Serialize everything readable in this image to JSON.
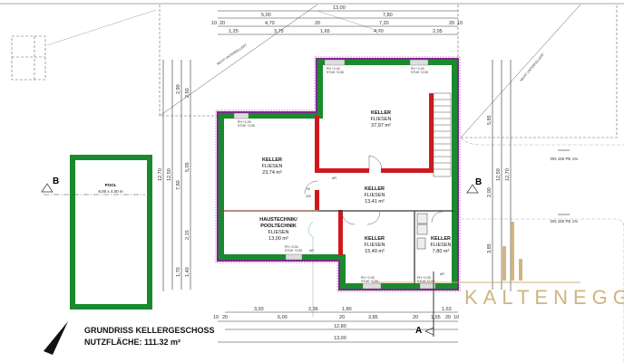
{
  "title": {
    "line1": "GRUNDRISS KELLERGESCHOSS",
    "line2": "NUTZFLÄCHE: 111.32 m²"
  },
  "colors": {
    "wall": "#1a8a2e",
    "partition": "#d0181f",
    "insulation": "#7a2a8a",
    "logo": "#c8a86a"
  },
  "logo": {
    "text": "KALTENEGGER"
  },
  "pool": {
    "name": "POOL",
    "size": "8.00 x 4.00 m"
  },
  "section_markers": {
    "a": "A",
    "b_left": "B",
    "b_right": "B"
  },
  "rooms": [
    {
      "name": "KELLER",
      "floor": "FLIESEN",
      "area": "37,97 m²"
    },
    {
      "name": "KELLER",
      "floor": "FLIESEN",
      "area": "23,74 m²"
    },
    {
      "name": "KELLER",
      "floor": "FLIESEN",
      "area": "13,41 m²"
    },
    {
      "name": "HAUSTECHNIK/",
      "name2": "POOLTECHNIK",
      "floor": "FLIESEN",
      "area": "13,00 m²"
    },
    {
      "name": "KELLER",
      "floor": "FLIESEN",
      "area": "15,40 m²"
    },
    {
      "name": "KELLER",
      "floor": "FLIESEN",
      "area": "7,80 m²"
    }
  ],
  "window_notes": {
    "ph_top": "PH +2,00",
    "stuk_top": "STUK +2,50",
    "ph_bottom": "PH +2,00",
    "stuk_bottom": "STUK +2,50",
    "ar": "AR"
  },
  "door_notes": {
    "d1a": "90",
    "d1b": "200"
  },
  "drain": {
    "label1": "DN 150 PE 1%",
    "label2": "DN 150 PE 1%"
  },
  "boundary_note": "NICHT UNTERKELLERT",
  "dims_top": {
    "row1": [
      "13,00"
    ],
    "row2": [
      "5,00",
      "7,80"
    ],
    "row3": [
      "10",
      "20",
      "4,70",
      "20",
      "7,20",
      "20",
      "10"
    ],
    "row4": [
      "1,25",
      "3,75",
      "1,65",
      "4,70",
      "2,05"
    ]
  },
  "dims_bottom": {
    "row1": [
      "3,93",
      "2,36",
      "1,80",
      "1,63"
    ],
    "row2": [
      "10",
      "20",
      "6,00",
      "20",
      "3,85",
      "20",
      "1,65",
      "20",
      "10"
    ],
    "row3": [
      "12,80"
    ],
    "row4": [
      "13,00"
    ]
  },
  "dims_left": [
    "12,70",
    "12,50",
    "7,60",
    "2,90",
    "2,60",
    "5,05",
    "2,15",
    "1,70",
    "1,40"
  ],
  "dims_right": [
    "5,85",
    "2,00",
    "3,85",
    "12,50",
    "12,70"
  ]
}
